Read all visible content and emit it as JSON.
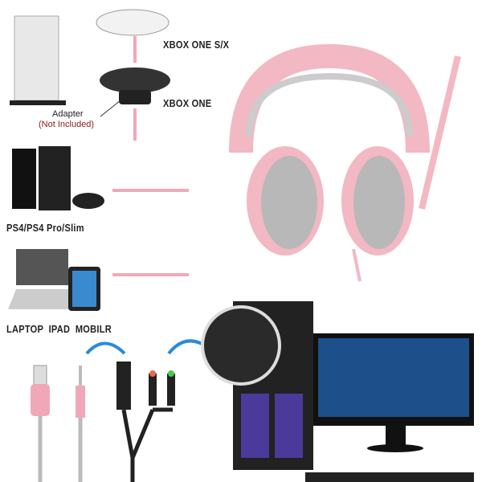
{
  "labels": {
    "xbox_one_sx": "XBOX ONE S/X",
    "xbox_one": "XBOX ONE",
    "adapter": "Adapter",
    "not_included": "(Not Included)",
    "ps4": "PS4/PS4 Pro/Slim",
    "laptop": "LAPTOP  IPAD  MOBILR"
  },
  "colors": {
    "headset_pink": "#f2b8c4",
    "cushion_gray": "#b8b8b8",
    "not_included_red": "#8b1a1a"
  }
}
